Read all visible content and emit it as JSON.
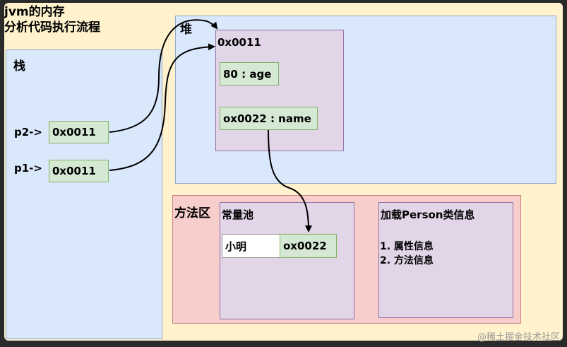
{
  "title": {
    "line1": "jvm的内存",
    "line2": "分析代码执行流程"
  },
  "stack": {
    "label": "栈",
    "vars": [
      {
        "name": "p2->",
        "value": "0x0011"
      },
      {
        "name": "p1->",
        "value": "0x0011"
      }
    ]
  },
  "heap": {
    "label": "堆",
    "object": {
      "address": "0x0011",
      "fields": [
        "80 : age",
        "ox0022 : name"
      ]
    }
  },
  "method_area": {
    "label": "方法区",
    "constant_pool": {
      "label": "常量池",
      "entry_key": "小明",
      "entry_address": "ox0022"
    },
    "class_info": {
      "label": "加载Person类信息",
      "items": [
        "1. 属性信息",
        "2. 方法信息"
      ]
    }
  },
  "watermark": "@稀土掘金技术社区"
}
